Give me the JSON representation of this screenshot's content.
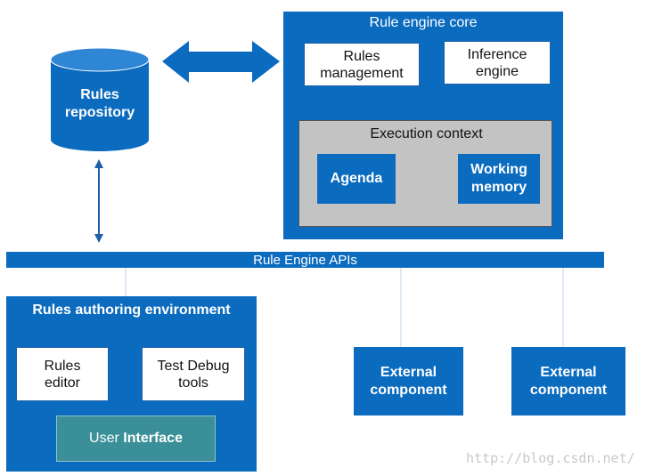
{
  "repository": {
    "line1": "Rules",
    "line2": "repository"
  },
  "core": {
    "title": "Rule engine core",
    "rules_management": {
      "line1": "Rules",
      "line2": "management"
    },
    "inference_engine": {
      "line1": "Inference",
      "line2": "engine"
    },
    "execution_context": {
      "title": "Execution context",
      "agenda": "Agenda",
      "working_memory": {
        "line1": "Working",
        "line2": "memory"
      }
    }
  },
  "apis": {
    "label": "Rule Engine APIs"
  },
  "authoring": {
    "title": "Rules authoring environment",
    "rules_editor": {
      "line1": "Rules",
      "line2": "editor"
    },
    "test_debug": {
      "line1": "Test Debug",
      "line2": "tools"
    },
    "user_interface": {
      "part1": "User ",
      "part2": "Interface"
    }
  },
  "external_components": [
    {
      "line1": "External",
      "line2": "component"
    },
    {
      "line1": "External",
      "line2": "component"
    }
  ],
  "watermark": "http://blog.csdn.net/",
  "colors": {
    "primary_blue": "#0b6bbf",
    "execution_gray": "#c3c3c3",
    "user_interface_teal": "#3b8f98"
  }
}
